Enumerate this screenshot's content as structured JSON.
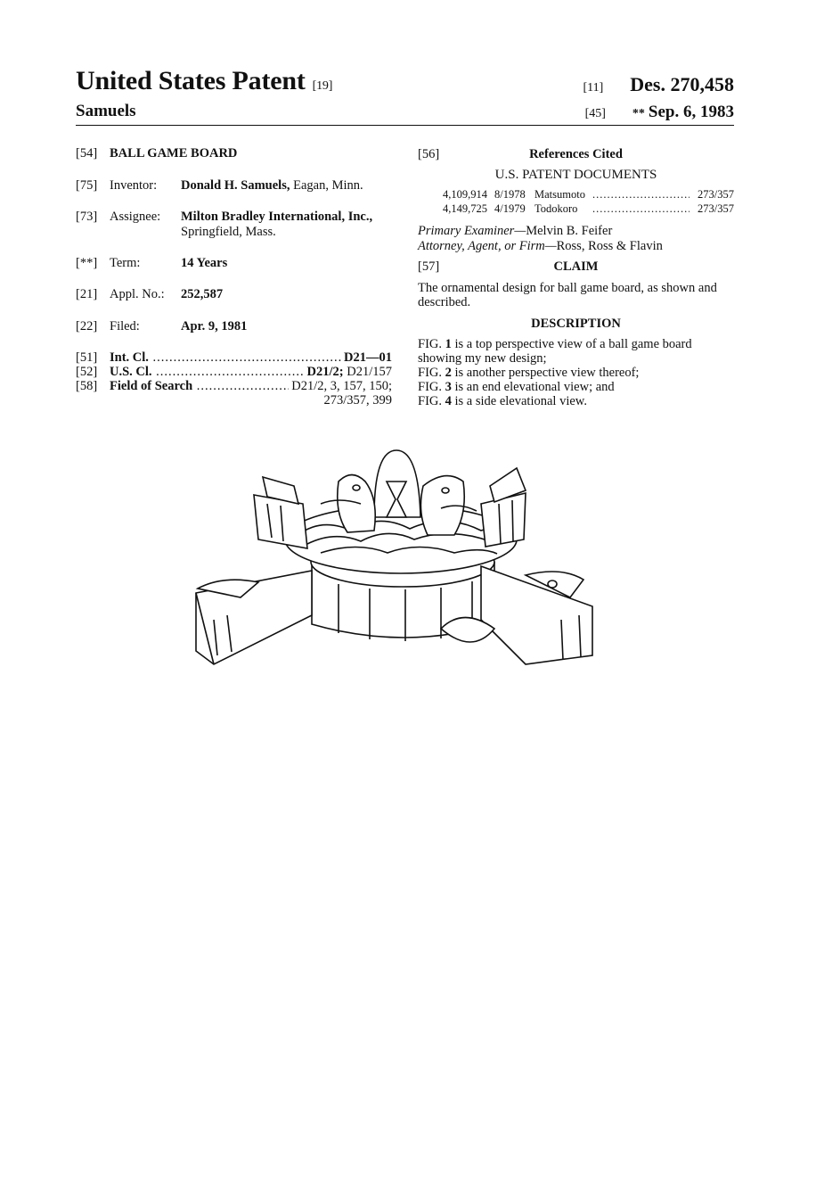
{
  "header": {
    "title": "United States Patent",
    "title_code": "[19]",
    "inventor_surname": "Samuels",
    "patent_number_code": "[11]",
    "patent_number": "Des. 270,458",
    "date_code": "[45]",
    "date_stars": "**",
    "date": "Sep. 6, 1983"
  },
  "fields": {
    "title_code": "[54]",
    "title_value": "BALL GAME BOARD",
    "inventor_code": "[75]",
    "inventor_label": "Inventor:",
    "inventor_name": "Donald H. Samuels,",
    "inventor_loc": "Eagan, Minn.",
    "assignee_code": "[73]",
    "assignee_label": "Assignee:",
    "assignee_name": "Milton Bradley International, Inc.,",
    "assignee_loc": "Springfield, Mass.",
    "term_code": "[**]",
    "term_label": "Term:",
    "term_value": "14 Years",
    "appl_code": "[21]",
    "appl_label": "Appl. No.:",
    "appl_value": "252,587",
    "filed_code": "[22]",
    "filed_label": "Filed:",
    "filed_value": "Apr. 9, 1981"
  },
  "classes": {
    "int_code": "[51]",
    "int_label": "Int. Cl.",
    "int_value": "D21—01",
    "us_code": "[52]",
    "us_label": "U.S. Cl.",
    "us_value": "D21/2; D21/157",
    "fos_code": "[58]",
    "fos_label": "Field of Search",
    "fos_value": "D21/2, 3, 157, 150;",
    "fos_value2": "273/357, 399"
  },
  "references": {
    "code": "[56]",
    "heading": "References Cited",
    "subheading": "U.S. PATENT DOCUMENTS",
    "rows": [
      {
        "number": "4,109,914",
        "date": "8/1978",
        "name": "Matsumoto",
        "class": "273/357"
      },
      {
        "number": "4,149,725",
        "date": "4/1979",
        "name": "Todokoro",
        "class": "273/357"
      }
    ]
  },
  "examiners": {
    "primary_label": "Primary Examiner—",
    "primary_name": "Melvin B. Feifer",
    "attorney_label": "Attorney, Agent, or Firm—",
    "attorney_name": "Ross, Ross & Flavin"
  },
  "claim": {
    "code": "[57]",
    "heading": "CLAIM",
    "text": "The ornamental design for ball game board, as shown and described."
  },
  "description": {
    "heading": "DESCRIPTION",
    "lines": [
      {
        "fig": "FIG. ",
        "num": "1",
        "text": " is a top perspective view of a ball game board showing my new design;"
      },
      {
        "fig": "FIG. ",
        "num": "2",
        "text": " is another perspective view thereof;"
      },
      {
        "fig": "FIG. ",
        "num": "3",
        "text": " is an end elevational view; and"
      },
      {
        "fig": "FIG. ",
        "num": "4",
        "text": " is a side elevational view."
      }
    ]
  },
  "figure": {
    "name": "ball-game-board-drawing"
  }
}
